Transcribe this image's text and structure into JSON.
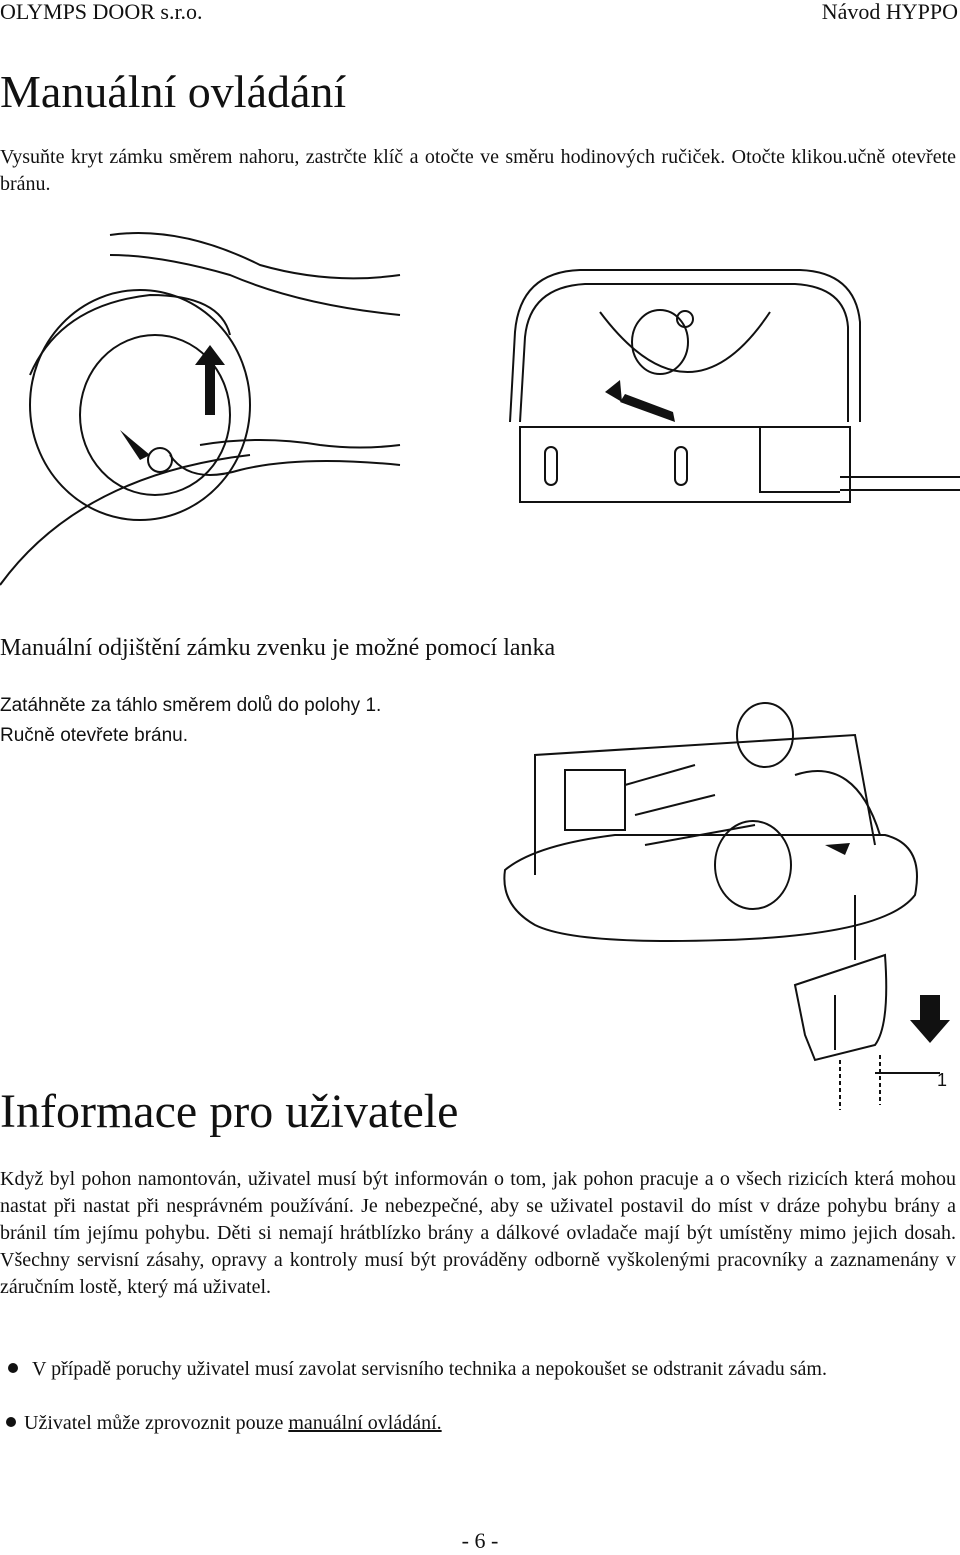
{
  "header": {
    "left": "OLYMPS DOOR s.r.o.",
    "right": "Návod HYPPO"
  },
  "section1": {
    "title": "Manuální ovládání",
    "text": "Vysuňte kryt zámku směrem nahoru, zastrčte klíč a otočte ve směru hodinových ručiček. Otočte klikou.učně otevřete bránu."
  },
  "section2": {
    "title": "Manuální odjištění zámku zvenku je možné pomocí lanka",
    "line1": "Zatáhněte za táhlo směrem dolů do polohy 1.",
    "line2": "Ručně otevřete bránu."
  },
  "figure_label": "1",
  "section3": {
    "title": "Informace pro uživatele",
    "text": "Když byl pohon namontován, uživatel musí být informován o tom, jak pohon pracuje a o všech rizicích která mohou nastat při nastat při nesprávném používání. Je nebezpečné, aby se uživatel postavil do míst v dráze pohybu brány a bránil tím jejímu pohybu. Děti si nemají hrátblízko brány a dálkové ovladače mají být umístěny mimo jejich dosah. Všechny servisní zásahy, opravy a kontroly musí být prováděny odborně vyškolenými pracovníky a zaznamenány v záručním lostě, který má uživatel.",
    "bullet1": "V případě poruchy uživatel musí zavolat servisního technika a nepokoušet se odstranit závadu sám.",
    "bullet2_prefix": "Uživatel může zprovoznit pouze ",
    "bullet2_link": "manuální ovládání."
  },
  "footer": {
    "page": "- 6 -"
  }
}
